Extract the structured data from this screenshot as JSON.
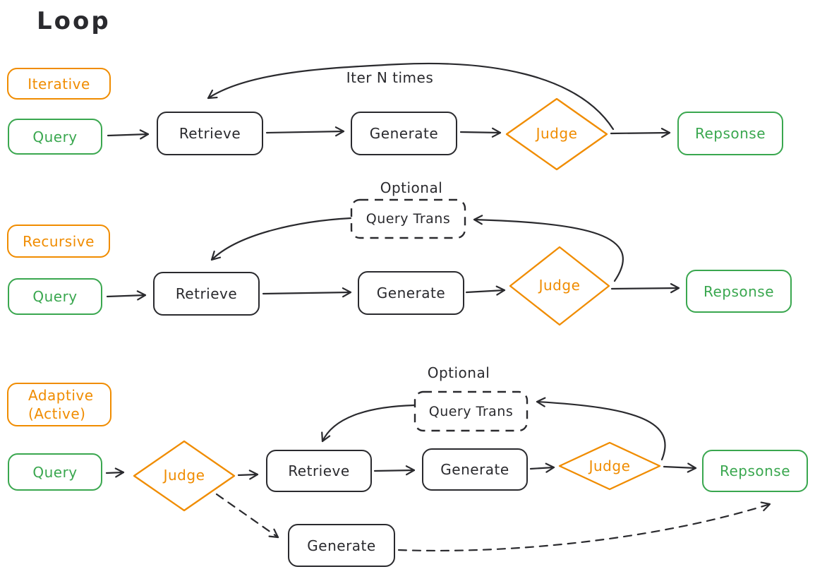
{
  "title": "Loop",
  "colors": {
    "orange": "#f08c00",
    "green": "#3aa74f",
    "dark": "#2a2a2e"
  },
  "iterative": {
    "tag": "Iterative",
    "query": "Query",
    "retrieve": "Retrieve",
    "generate": "Generate",
    "judge": "Judge",
    "response": "Repsonse",
    "loop_label": "Iter N times"
  },
  "recursive": {
    "tag": "Recursive",
    "optional": "Optional",
    "query_trans": "Query Trans",
    "query": "Query",
    "retrieve": "Retrieve",
    "generate": "Generate",
    "judge": "Judge",
    "response": "Repsonse"
  },
  "adaptive": {
    "tag_line1": "Adaptive",
    "tag_line2": "(Active)",
    "optional": "Optional",
    "query_trans": "Query Trans",
    "query": "Query",
    "judge_pre": "Judge",
    "retrieve": "Retrieve",
    "generate": "Generate",
    "judge_post": "Judge",
    "response": "Repsonse",
    "generate_direct": "Generate"
  }
}
